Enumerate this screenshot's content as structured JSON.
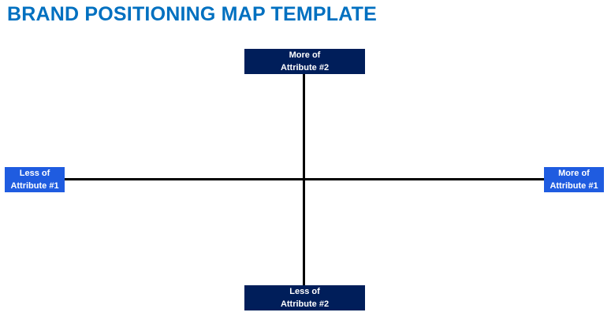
{
  "title": "BRAND POSITIONING MAP TEMPLATE",
  "colors": {
    "title": "#0070c0",
    "vertical_labels_bg": "#001e5a",
    "horizontal_labels_bg": "#1f5ce0",
    "axis": "#000000"
  },
  "axes": {
    "vertical": {
      "top": {
        "line1": "More of",
        "line2": "Attribute #2"
      },
      "bottom": {
        "line1": "Less of",
        "line2": "Attribute #2"
      }
    },
    "horizontal": {
      "left": {
        "line1": "Less of",
        "line2": "Attribute #1"
      },
      "right": {
        "line1": "More of",
        "line2": "Attribute #1"
      }
    }
  }
}
